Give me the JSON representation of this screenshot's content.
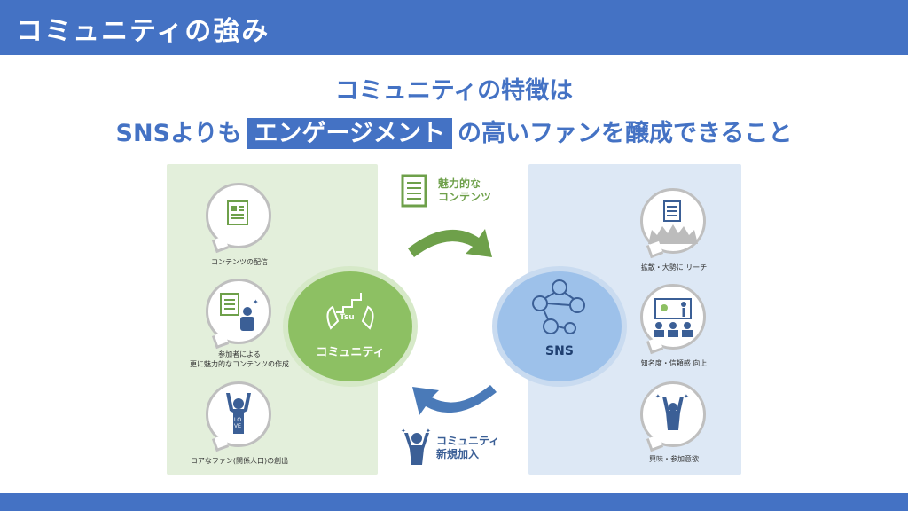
{
  "header": {
    "title": "コミュニティの強み"
  },
  "headline": {
    "line1": "コミュニティの特徴は",
    "line2_prefix": "SNSよりも",
    "line2_highlight": "エンゲージメント",
    "line2_suffix": "の高いファンを醸成できること"
  },
  "left_panel": {
    "items": [
      {
        "icon": "document-icon",
        "caption": "コンテンツの配信"
      },
      {
        "icon": "person-with-document-icon",
        "caption_line1": "参加者による",
        "caption_line2": "更に魅力的なコンテンツの作成"
      },
      {
        "icon": "love-fan-icon",
        "caption": "コアなファン(関係人口)の創出"
      }
    ],
    "hub_label": "コミュニティ",
    "hub_icon": "hands-holding-growth-icon",
    "hub_icon_text": "Tsu"
  },
  "right_panel": {
    "items": [
      {
        "icon": "document-crowd-icon",
        "caption": "拡散・大勢に リーチ"
      },
      {
        "icon": "presentation-audience-icon",
        "caption": "知名度・信頼感 向上"
      },
      {
        "icon": "excited-person-icon",
        "caption": "興味・参加意欲"
      }
    ],
    "hub_label": "SNS",
    "hub_icon": "network-people-icon"
  },
  "top_flow": {
    "label_line1": "魅力的な",
    "label_line2": "コンテンツ",
    "icon": "document-icon",
    "color": "#6ea04a"
  },
  "bottom_flow": {
    "label_line1": "コミュニティ",
    "label_line2": "新規加入",
    "icon": "new-member-icon",
    "color": "#4a7ab8"
  },
  "colors": {
    "brand_blue": "#4472c4",
    "green": "#8dc063",
    "light_blue": "#9dc1ea"
  }
}
